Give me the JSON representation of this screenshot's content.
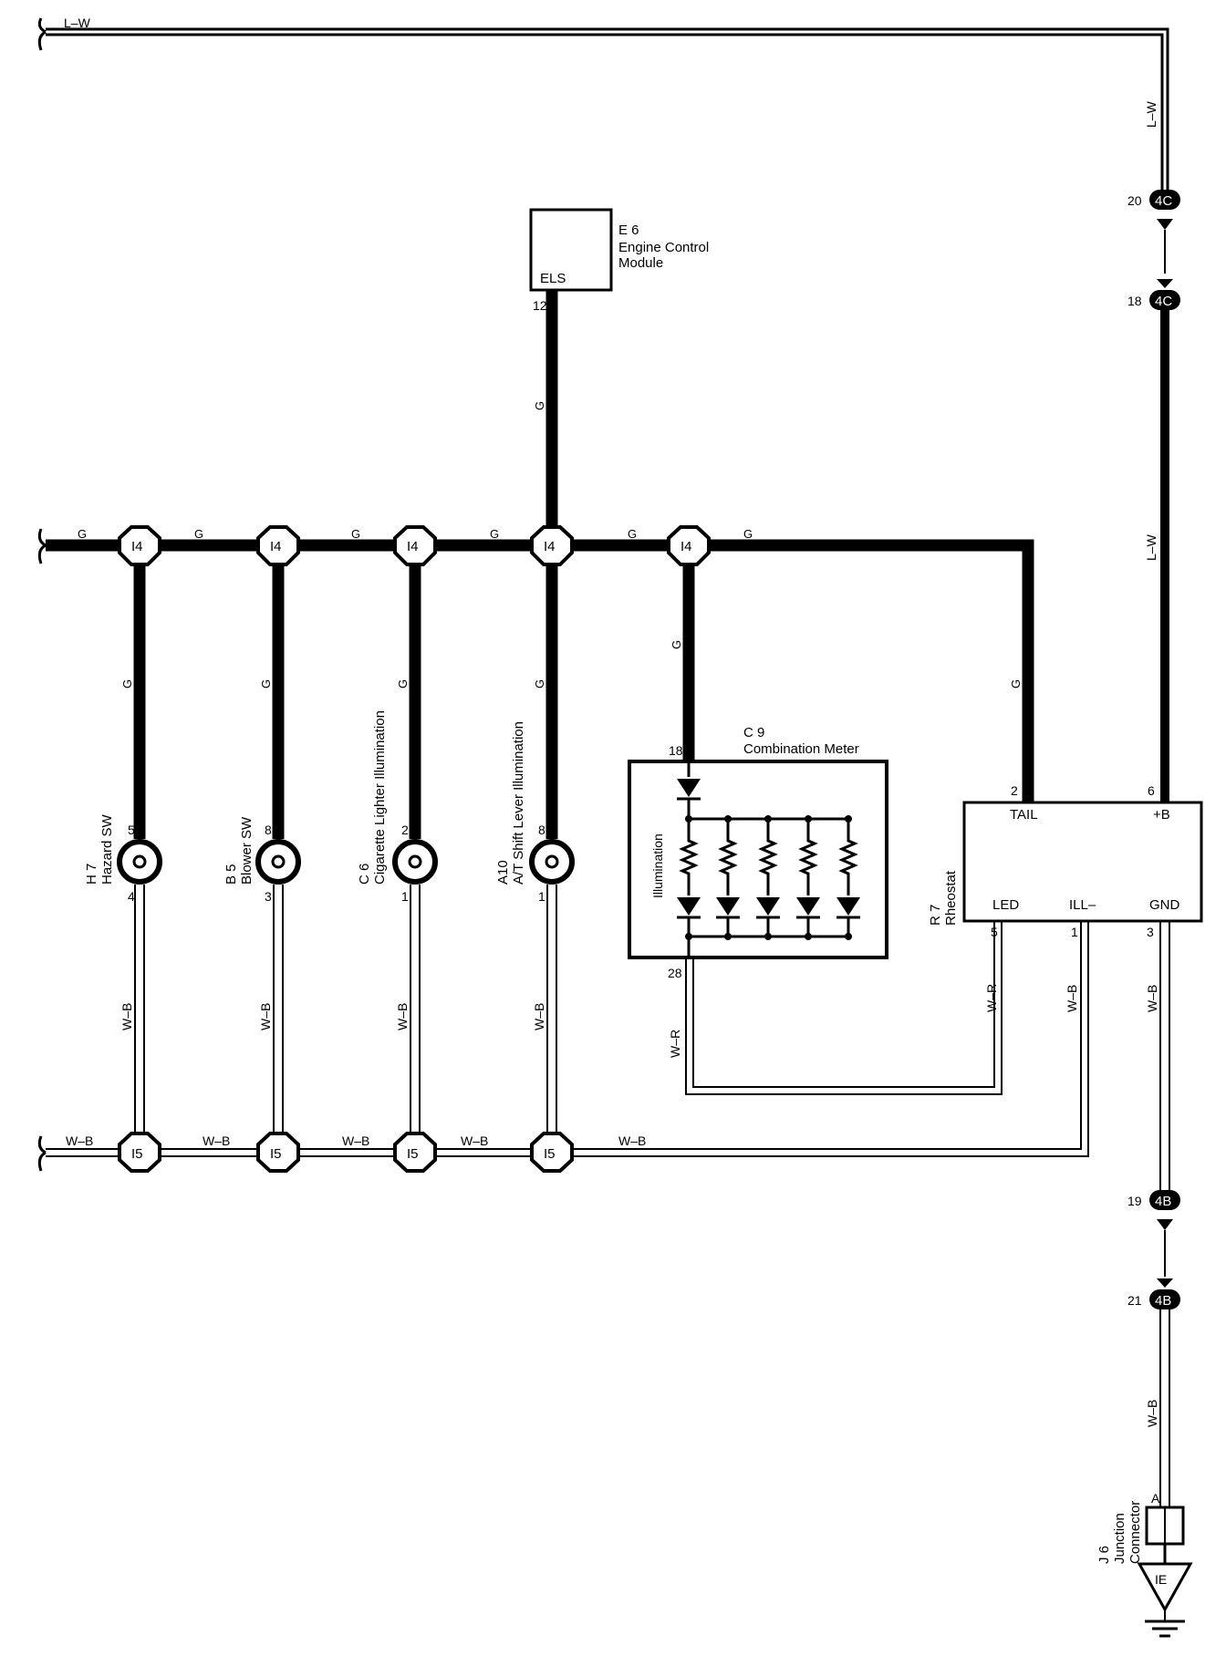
{
  "diagram": {
    "wire_colors": {
      "top_feed": "L–W",
      "illum_bus": "G",
      "ground_bus": "W–B",
      "led_return": "W–R"
    },
    "components": {
      "ecm": {
        "code": "E 6",
        "name_line1": "Engine Control",
        "name_line2": "Module",
        "pin_label": "ELS",
        "pin": "12"
      },
      "hazard": {
        "code": "H 7",
        "name": "Hazard SW",
        "pin_top": "5",
        "pin_bottom": "4"
      },
      "blower": {
        "code": "B 5",
        "name": "Blower SW",
        "pin_top": "8",
        "pin_bottom": "3"
      },
      "lighter": {
        "code": "C 6",
        "name": "Cigarette Lighter Illumination",
        "pin_top": "2",
        "pin_bottom": "1"
      },
      "shift": {
        "code": "A10",
        "name": "A/T Shift Lever Illumination",
        "pin_top": "8",
        "pin_bottom": "1"
      },
      "meter": {
        "code": "C 9",
        "name": "Combination Meter",
        "inner_label": "Illumination",
        "pin_top": "18",
        "pin_bottom": "28"
      },
      "rheostat": {
        "code": "R 7",
        "name": "Rheostat",
        "tail": "TAIL",
        "b_plus": "+B",
        "led": "LED",
        "ill": "ILL–",
        "gnd": "GND",
        "pin_tail": "2",
        "pin_b": "6",
        "pin_led": "5",
        "pin_ill": "1",
        "pin_gnd": "3"
      },
      "junction": {
        "code": "J 6",
        "name_line1": "Junction",
        "name_line2": "Connector",
        "pin": "A"
      },
      "ground": {
        "label": "IE"
      }
    },
    "connectors": {
      "splice_top": "I4",
      "splice_bottom": "I5",
      "c4c": "4C",
      "c4c_pin_upper": "20",
      "c4c_pin_lower": "18",
      "c4b": "4B",
      "c4b_pin_upper": "19",
      "c4b_pin_lower": "21"
    }
  }
}
